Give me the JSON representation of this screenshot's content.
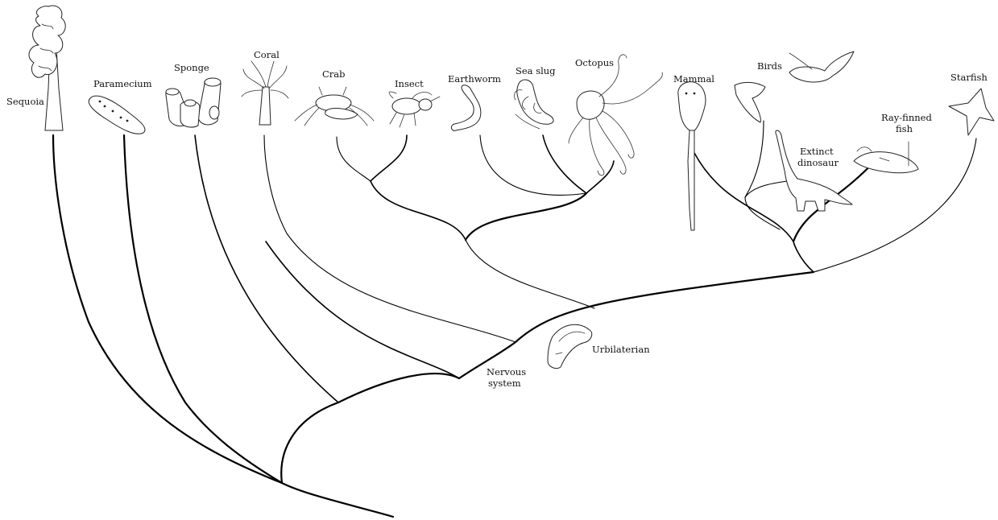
{
  "taxa": {
    "sequoia": "Sequoia",
    "paramecium": "Paramecium",
    "sponge": "Sponge",
    "coral": "Coral",
    "crab": "Crab",
    "insect": "Insect",
    "earthworm": "Earthworm",
    "sea_slug": "Sea slug",
    "octopus": "Octopus",
    "mammal": "Mammal",
    "birds": "Birds",
    "extinct_dinosaur_line1": "Extinct",
    "extinct_dinosaur_line2": "dinosaur",
    "ray_finned_fish_line1": "Ray-finned",
    "ray_finned_fish_line2": "fish",
    "starfish": "Starfish"
  },
  "nodes": {
    "nervous_system_line1": "Nervous",
    "nervous_system_line2": "system",
    "urbilaterian": "Urbilaterian"
  },
  "colors": {
    "line": "#000000",
    "text": "#111111",
    "background": "#ffffff"
  }
}
